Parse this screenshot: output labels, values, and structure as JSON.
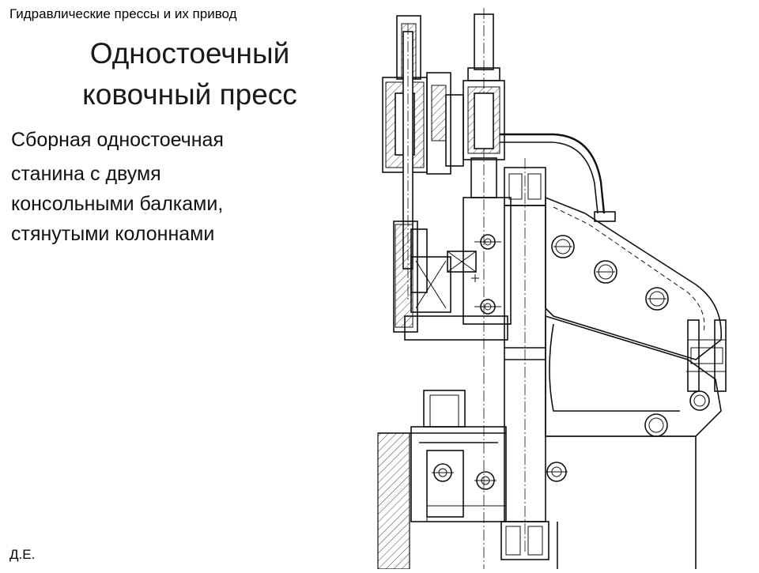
{
  "slide": {
    "header": "Гидравлические прессы и их привод",
    "title_lines": [
      "Одностоечный",
      "ковочный пресс"
    ],
    "body_lines": [
      "Сборная одностоечная",
      "станина с двумя",
      "консольными балками,",
      "стянутыми колоннами"
    ],
    "footer": "Д.Е."
  },
  "figure": {
    "subject": "press-frame-drawing"
  }
}
